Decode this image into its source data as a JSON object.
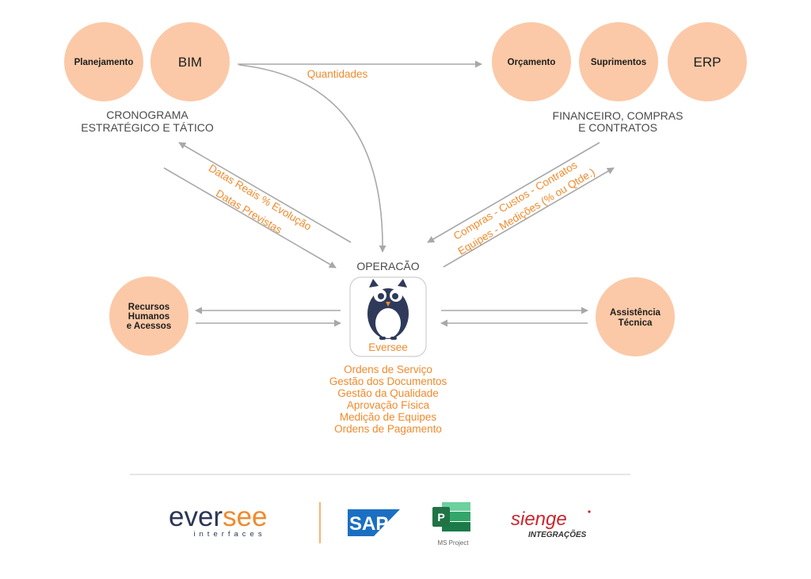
{
  "nodes": {
    "planejamento": "Planejamento",
    "bim": "BIM",
    "orcamento": "Orçamento",
    "suprimentos": "Suprimentos",
    "erp": "ERP",
    "rh_line1": "Recursos",
    "rh_line2": "Humanos",
    "rh_line3": "e Acessos",
    "at_line1": "Assistência",
    "at_line2": "Técnica"
  },
  "captions": {
    "cronograma_line1": "CRONOGRAMA",
    "cronograma_line2": "ESTRATÉGICO E TÁTICO",
    "financeiro_line1": "FINANCEIRO, COMPRAS",
    "financeiro_line2": "E CONTRATOS",
    "operacao": "OPERACÃO"
  },
  "edge_labels": {
    "quantidades": "Quantidades",
    "datas_reais": "Datas Reais % Evolução",
    "datas_previstas": "Datas Previstas",
    "compras": "Compras - Custos - Contratos",
    "equipes": "Equipes - Medições (% ou Qtde.)"
  },
  "center": {
    "name": "Eversee",
    "features": [
      "Ordens de Serviço",
      "Gestão dos Documentos",
      "Gestão da Qualidade",
      "Aprovação Física",
      "Medição de Equipes",
      "Ordens de Pagamento"
    ]
  },
  "logos": {
    "eversee_ever": "ever",
    "eversee_see": "see",
    "eversee_sub": "interfaces",
    "sap": "SAP",
    "msproject_letter": "P",
    "msproject_caption": "MS Project",
    "sienge": "sienge",
    "sienge_sub": "INTEGRAÇÕES"
  },
  "colors": {
    "node_fill": "#fbc9a7",
    "accent_orange": "#f08a2c",
    "arrow_gray": "#a8a8a8",
    "owl_navy": "#2f3a5a",
    "eversee_navy": "#2b3656",
    "sap_blue": "#1b6fc2",
    "msproject_green": "#217346",
    "sienge_red": "#c8262d"
  }
}
